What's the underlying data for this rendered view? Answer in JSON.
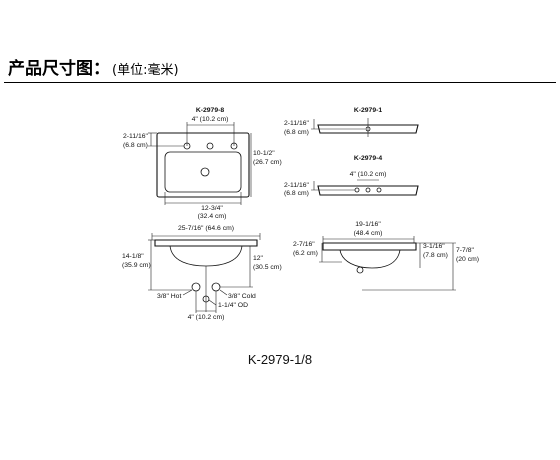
{
  "header": {
    "title": "产品尺寸图：",
    "unit": "(单位:毫米)"
  },
  "views": {
    "top_view": {
      "model": "K-2979-8",
      "spacing": "4\" (10.2 cm)",
      "depth_deck_in": "2-11/16\"",
      "depth_deck_cm": "(6.8 cm)",
      "depth_in": "10-1/2\"",
      "depth_cm": "(26.7 cm)",
      "width_in": "12-3/4\"",
      "width_cm": "(32.4 cm)"
    },
    "single_hole": {
      "model": "K-2979-1",
      "depth_deck_in": "2-11/16\"",
      "depth_deck_cm": "(6.8 cm)"
    },
    "four_inch": {
      "model": "K-2979-4",
      "spacing": "4\" (10.2 cm)",
      "depth_deck_in": "2-11/16\"",
      "depth_deck_cm": "(6.8 cm)"
    },
    "front_view": {
      "width": "25-7/16\" (64.6 cm)",
      "height_in": "14-1/8\"",
      "height_cm": "(35.9 cm)",
      "inner_height_in": "12\"",
      "inner_height_cm": "(30.5 cm)",
      "hot": "3/8\" Hot",
      "cold": "3/8\" Cold",
      "drain": "1-1/4\" OD",
      "spacing": "4\" (10.2 cm)"
    },
    "side_view": {
      "width_in": "19-1/16\"",
      "width_cm": "(48.4 cm)",
      "a_in": "2-7/16\"",
      "a_cm": "(6.2 cm)",
      "b_in": "3-1/16\"",
      "b_cm": "(7.8 cm)",
      "c_in": "7-7/8\"",
      "c_cm": "(20 cm)"
    }
  },
  "footer": {
    "model": "K-2979-1/8"
  }
}
